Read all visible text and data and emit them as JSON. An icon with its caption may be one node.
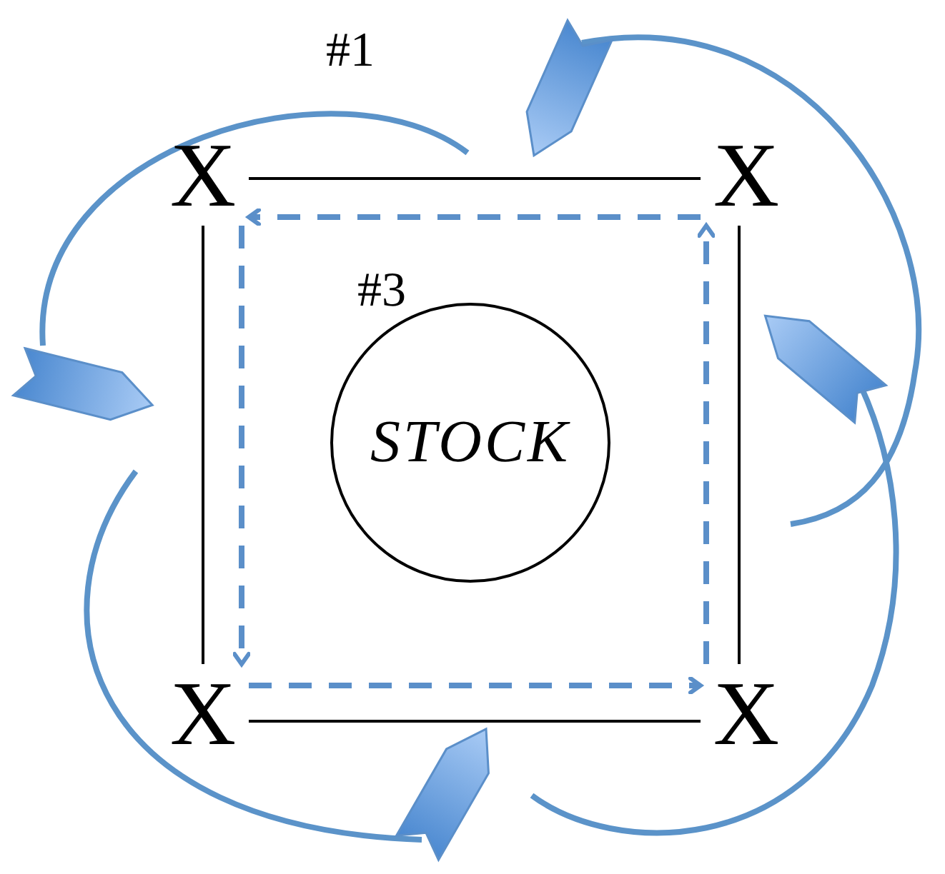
{
  "diagram": {
    "nodes": [
      {
        "text": [
          "X"
        ]
      },
      {
        "text": [
          "X"
        ]
      },
      {
        "text": [
          "X"
        ]
      },
      {
        "text": [
          "X"
        ]
      },
      {
        "text": [
          "STOCK"
        ]
      }
    ],
    "edges": [
      {
        "from": 0,
        "to": 1,
        "arrow": "none",
        "color": "#000000"
      },
      {
        "from": 1,
        "to": 3,
        "arrow": "none",
        "color": "#000000"
      },
      {
        "from": 3,
        "to": 2,
        "arrow": "none",
        "color": "#000000"
      },
      {
        "from": 2,
        "to": 0,
        "arrow": "none",
        "color": "#000000"
      },
      {
        "from": 1,
        "to": 0,
        "arrow": "to",
        "style": "dashed",
        "color": "#5b8fc9"
      },
      {
        "from": 0,
        "to": 2,
        "arrow": "to",
        "style": "dashed",
        "color": "#5b8fc9"
      },
      {
        "from": 2,
        "to": 3,
        "arrow": "to",
        "style": "dashed",
        "color": "#5b8fc9"
      },
      {
        "from": 3,
        "to": 1,
        "arrow": "to",
        "style": "dashed",
        "color": "#5b8fc9"
      }
    ],
    "labels": [
      "#1",
      "#3"
    ]
  }
}
